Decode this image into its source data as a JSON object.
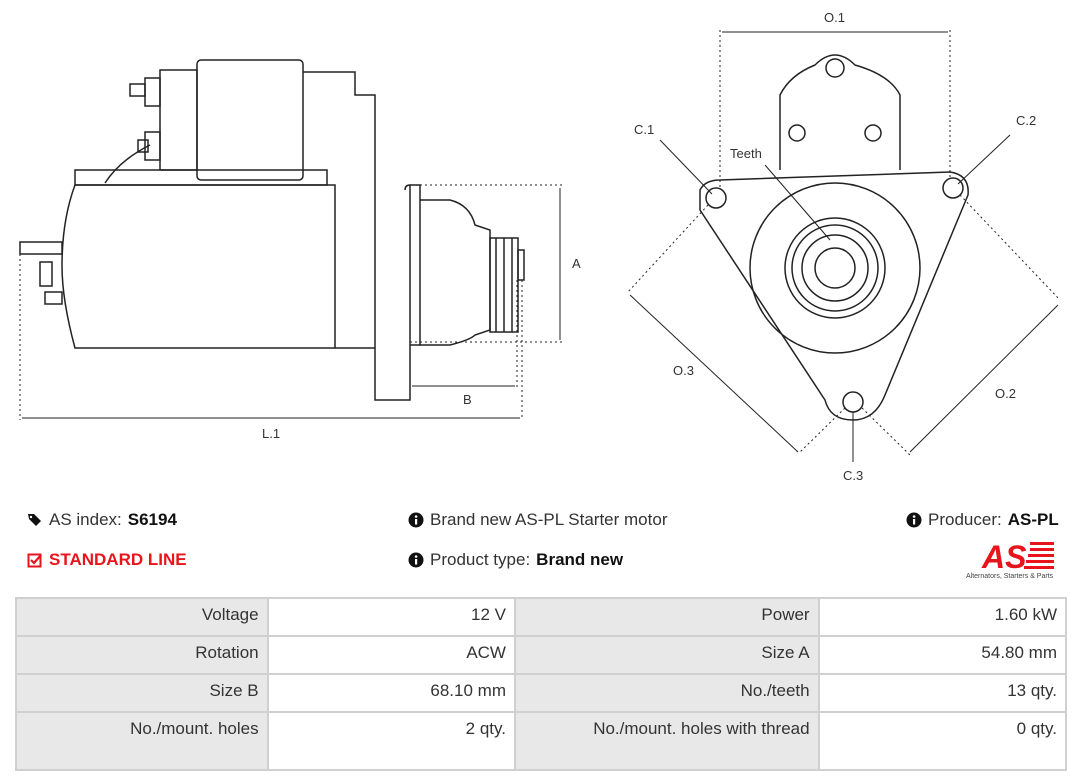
{
  "drawing": {
    "side_labels": {
      "A": "A",
      "B": "B",
      "L1": "L.1"
    },
    "front_labels": {
      "O1": "O.1",
      "O2": "O.2",
      "O3": "O.3",
      "C1": "C.1",
      "C2": "C.2",
      "C3": "C.3",
      "teeth": "Teeth"
    }
  },
  "info": {
    "as_index_label": "AS index:",
    "as_index_value": "S6194",
    "line": "STANDARD LINE",
    "description": "Brand new AS-PL Starter motor",
    "product_type_label": "Product type:",
    "product_type_value": "Brand new",
    "producer_label": "Producer:",
    "producer_value": "AS-PL",
    "logo_text": "AS",
    "logo_tagline": "Alternators, Starters & Parts"
  },
  "colors": {
    "accent": "#e8141b",
    "key_cell": "#e8e8e8",
    "border": "#d0d0d0"
  },
  "specs": [
    [
      {
        "k": "Voltage",
        "v": "12 V"
      },
      {
        "k": "Power",
        "v": "1.60 kW"
      }
    ],
    [
      {
        "k": "Rotation",
        "v": "ACW"
      },
      {
        "k": "Size A",
        "v": "54.80 mm"
      }
    ],
    [
      {
        "k": "Size B",
        "v": "68.10 mm"
      },
      {
        "k": "No./teeth",
        "v": "13 qty."
      }
    ],
    [
      {
        "k": "No./mount. holes",
        "v": "2 qty."
      },
      {
        "k": "No./mount. holes with thread",
        "v": "0 qty."
      }
    ]
  ]
}
